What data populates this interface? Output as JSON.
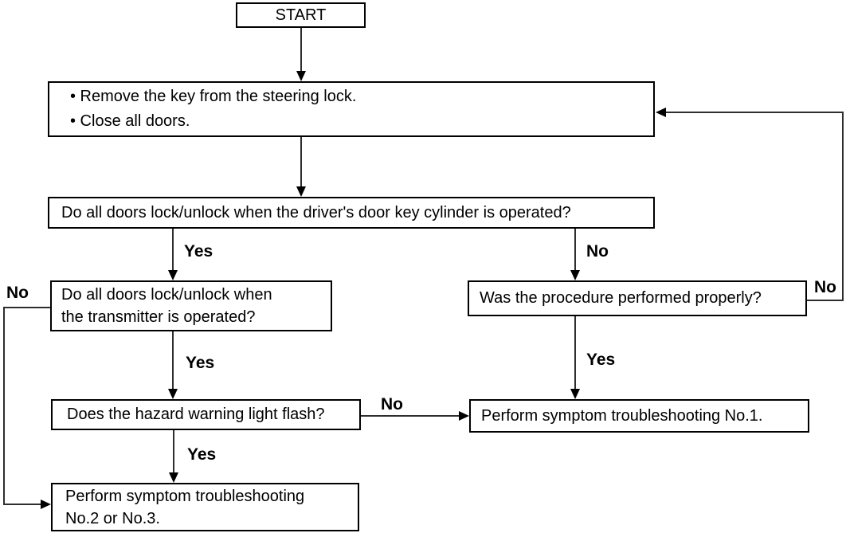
{
  "flowchart": {
    "nodes": {
      "start": {
        "label": "START"
      },
      "prepare": {
        "line1": "• Remove the key from the steering lock.",
        "line2": "• Close all doors."
      },
      "key_cylinder": {
        "label": "Do all doors lock/unlock when the driver's door key cylinder is operated?"
      },
      "transmitter": {
        "line1": "Do all doors lock/unlock when",
        "line2": "the transmitter is operated?"
      },
      "procedure": {
        "label": "Was the procedure performed properly?"
      },
      "hazard": {
        "label": "Does the hazard warning light flash?"
      },
      "troubleshoot1": {
        "label": "Perform symptom troubleshooting No.1."
      },
      "troubleshoot23": {
        "line1": "Perform symptom troubleshooting",
        "line2": "No.2 or No.3."
      }
    },
    "edge_labels": {
      "key_cylinder_yes": "Yes",
      "key_cylinder_no": "No",
      "transmitter_no": "No",
      "transmitter_yes": "Yes",
      "procedure_yes": "Yes",
      "procedure_no": "No",
      "hazard_no": "No",
      "hazard_yes": "Yes"
    },
    "colors": {
      "background": "#ffffff",
      "box_border": "#000000",
      "text": "#000000",
      "connector_line": "#2e2e2e"
    }
  }
}
